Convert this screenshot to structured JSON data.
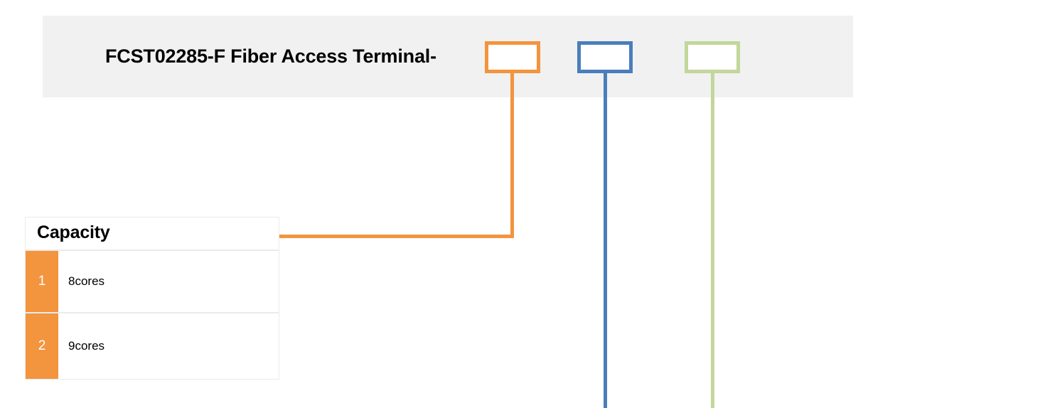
{
  "header": {
    "title": "FCST02285-F Fiber Access Terminal-",
    "band_color": "#f1f1f1"
  },
  "code_boxes": [
    {
      "name": "capacity-code-box",
      "value": "",
      "color": "#F3943E"
    },
    {
      "name": "second-code-box",
      "value": "",
      "color": "#4A7EBB"
    },
    {
      "name": "third-code-box",
      "value": "",
      "color": "#C3D69B"
    }
  ],
  "capacity_table": {
    "title": "Capacity",
    "accent_color": "#F3943E",
    "rows": [
      {
        "code": "1",
        "label": "8cores"
      },
      {
        "code": "2",
        "label": "9cores"
      }
    ]
  },
  "connectors": [
    {
      "name": "orange-connector",
      "color": "#F3943E",
      "from": "capacity-code-box",
      "to": "capacity-table"
    },
    {
      "name": "blue-connector",
      "color": "#4A7EBB",
      "from": "second-code-box",
      "to": ""
    },
    {
      "name": "green-connector",
      "color": "#C3D69B",
      "from": "third-code-box",
      "to": ""
    }
  ]
}
